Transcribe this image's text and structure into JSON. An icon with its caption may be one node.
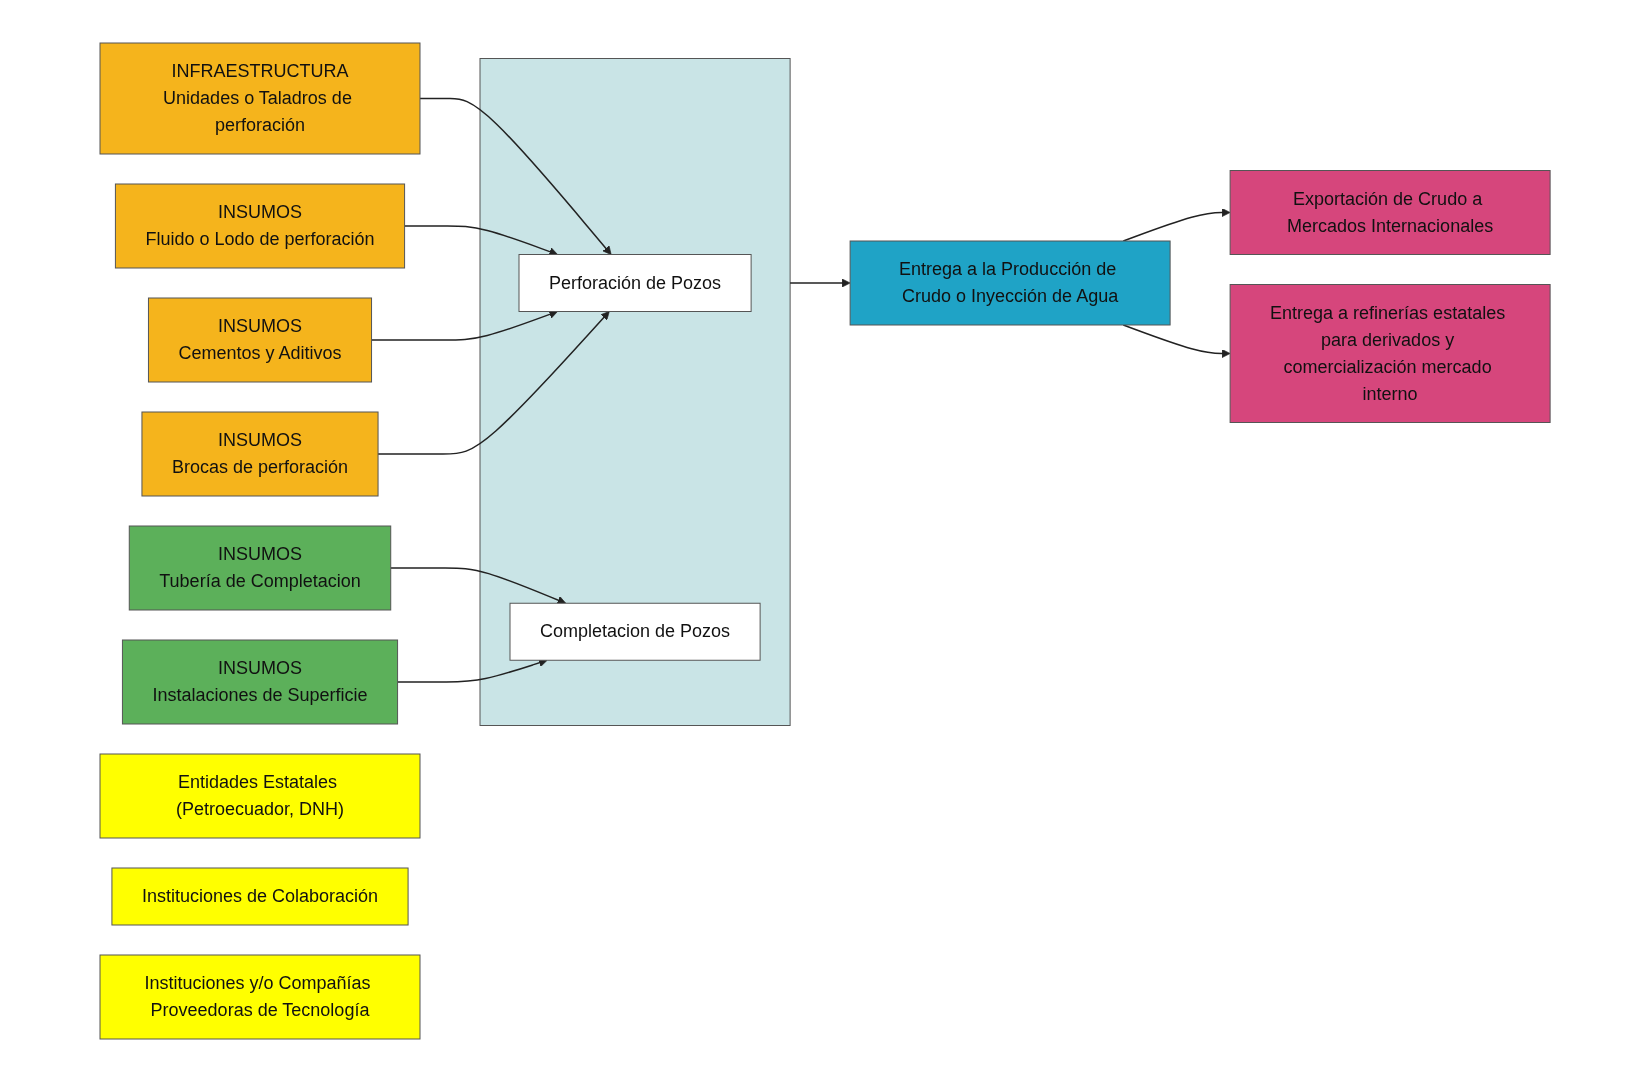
{
  "diagram": {
    "nodes": [
      {
        "text": [
          "INFRAESTRUCTURA",
          "Unidades o Taladros de perforación"
        ]
      },
      {
        "text": [
          "INSUMOS",
          "Fluido o Lodo de perforación"
        ]
      },
      {
        "text": [
          "INSUMOS",
          "Cementos y Aditivos"
        ]
      },
      {
        "text": [
          "INSUMOS",
          "Brocas de perforación"
        ]
      },
      {
        "text": [
          "INSUMOS",
          "Tubería de Completacion"
        ]
      },
      {
        "text": [
          "INSUMOS",
          "Instalaciones de Superficie"
        ]
      },
      {
        "text": [],
        "shape": "box"
      },
      {
        "text": [
          "Perforación de Pozos"
        ],
        "in": 6
      },
      {
        "text": [
          "Completacion de Pozos"
        ],
        "in": 6
      },
      {
        "text": [
          "Entrega a la Producción de Crudo o Inyección de Agua"
        ]
      },
      {
        "text": [
          "Exportación de Crudo a Mercados Internacionales"
        ]
      },
      {
        "text": [
          "Entrega a refinerías estatales para derivados y comercialización mercado interno"
        ]
      },
      {
        "text": [
          "Entidades Estatales (Petroecuador, DNH)"
        ]
      },
      {
        "text": [
          "Instituciones de Colaboración"
        ]
      },
      {
        "text": [
          "Instituciones y/o Compañías Proveedoras de Tecnología"
        ]
      }
    ],
    "edges": [
      {
        "from": 0,
        "to": 7,
        "arrow": "to"
      },
      {
        "from": 1,
        "to": 7,
        "arrow": "to"
      },
      {
        "from": 2,
        "to": 7,
        "arrow": "to"
      },
      {
        "from": 3,
        "to": 7,
        "arrow": "to"
      },
      {
        "from": 4,
        "to": 8,
        "arrow": "to"
      },
      {
        "from": 5,
        "to": 8,
        "arrow": "to"
      },
      {
        "from": 6,
        "to": 9,
        "arrow": "to"
      },
      {
        "from": 9,
        "to": 10,
        "arrow": "to"
      },
      {
        "from": 9,
        "to": 11,
        "arrow": "to"
      }
    ]
  }
}
